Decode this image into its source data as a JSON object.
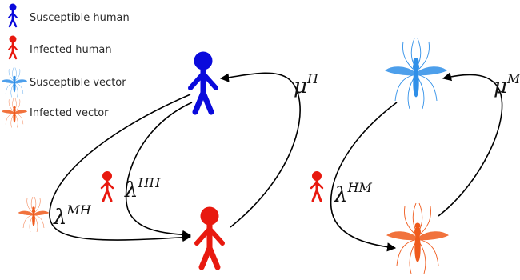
{
  "legend": {
    "items": [
      {
        "label": "Susceptible human",
        "icon": "person-icon",
        "color": "#0a0adc"
      },
      {
        "label": "Infected human",
        "icon": "person-icon",
        "color": "#e8190f"
      },
      {
        "label": "Susceptible vector",
        "icon": "mosquito-icon",
        "color": "#2f8fe8"
      },
      {
        "label": "Infected vector",
        "icon": "mosquito-icon",
        "color": "#ef5a1c"
      }
    ]
  },
  "rates": {
    "mu_h_base": "μ",
    "mu_h_sup": "H",
    "lambda_hh_base": "λ",
    "lambda_hh_sup": "HH",
    "lambda_mh_base": "λ",
    "lambda_mh_sup": "MH",
    "mu_m_base": "μ",
    "mu_m_sup": "M",
    "lambda_hm_base": "λ",
    "lambda_hm_sup": "HM"
  },
  "colors": {
    "susceptible_human": "#0a0adc",
    "infected_human": "#e8190f",
    "susceptible_vector": "#2f8fe8",
    "infected_vector": "#ef5a1c",
    "arrow": "#000000"
  }
}
